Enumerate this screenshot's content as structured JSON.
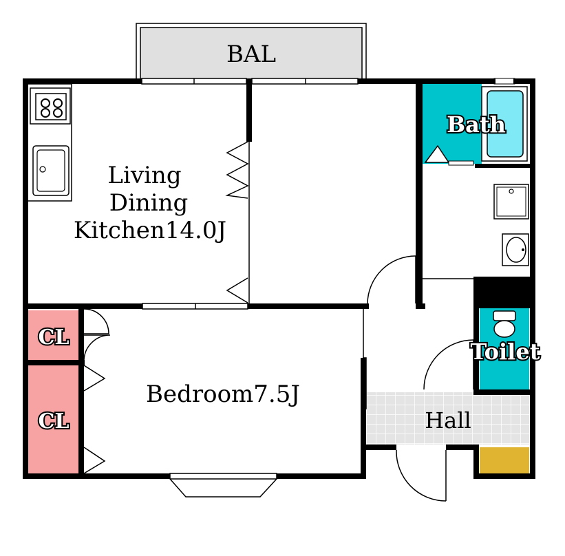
{
  "rooms": {
    "balcony": "BAL",
    "ldk_line1": "Living",
    "ldk_line2": "Dining",
    "ldk_line3": "Kitchen14.0J",
    "bedroom": "Bedroom7.5J",
    "bath": "Bath",
    "toilet": "Toilet",
    "hall": "Hall",
    "closet_top": "CL",
    "closet_bottom": "CL"
  },
  "colors": {
    "wall": "#000000",
    "balcony_fill": "#e0e0e0",
    "bath_fill": "#00c4cc",
    "tub_fill": "#7fe9f5",
    "toilet_fill": "#00c4cc",
    "closet_fill": "#f7a3a3",
    "hall_tile": "#e4e4e4",
    "shoe_box": "#e0b430"
  }
}
